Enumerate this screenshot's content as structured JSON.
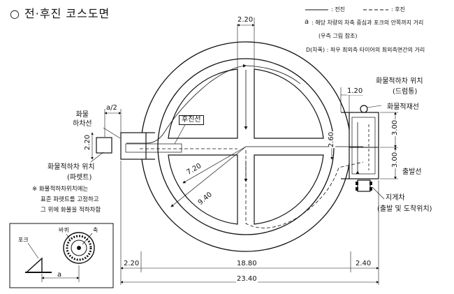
{
  "title": "○ 전·후진 코스도면",
  "legend": {
    "forward_label": ": 전진",
    "reverse_label": ": 후진",
    "a_symbol": "a",
    "a_desc": ": 해당 차량의 차축 중심과 포크의 안쪽까지 거리",
    "a_ref": "(우측 그림 참조)",
    "d_desc": "D(차폭) : 좌우 최외측 타이어의 최외측면간의 거리"
  },
  "labels": {
    "reverse_line": "후진선",
    "cargo_line": "화물\n하차선",
    "a_half": "a/2",
    "pallet_pos_1": "화물적하차 위치",
    "pallet_pos_2": "(파렛트)",
    "drum_pos_1": "화물적하차 위치",
    "drum_pos_2": "(드럼통)",
    "load_line": "화물적재선",
    "start_line": "출발선",
    "forklift_1": "지게차",
    "forklift_2": "(출발 및 도착위치)",
    "note_1": "※ 화물적하차위치에는",
    "note_2": "표준 파렛트를 고정하고",
    "note_3": "그 위에 화물을 적하차함"
  },
  "dimensions": {
    "top_gap": "2.20",
    "left_h": "2.20",
    "right_gap": "1.20",
    "r_top": "3.00",
    "r_bottom": "3.00",
    "lane_v": "2.60",
    "r_inner": "7.20",
    "r_outer": "9.40",
    "bottom_left": "2.20",
    "bottom_mid": "18.80",
    "bottom_right": "2.40",
    "bottom_total": "23.40"
  },
  "inset": {
    "fork_label": "포크",
    "wheel_label": "바퀴",
    "axle_label": "축",
    "a_label": "a"
  }
}
